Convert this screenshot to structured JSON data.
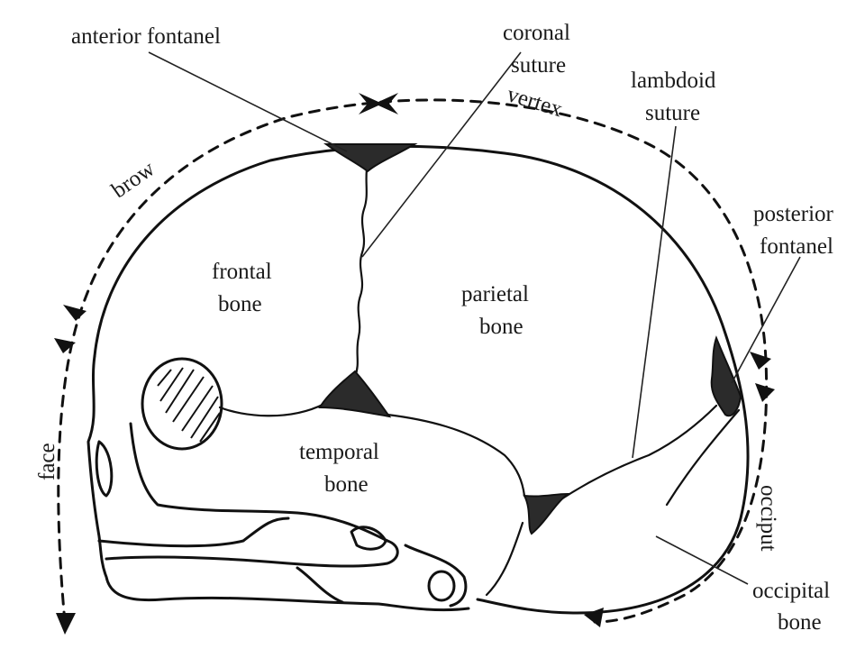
{
  "labels": {
    "anterior_fontanel": "anterior fontanel",
    "coronal_suture_1": "coronal",
    "coronal_suture_2": "suture",
    "lambdoid_suture_1": "lambdoid",
    "lambdoid_suture_2": "suture",
    "posterior_fontanel_1": "posterior",
    "posterior_fontanel_2": "fontanel",
    "frontal_bone_1": "frontal",
    "frontal_bone_2": "bone",
    "parietal_bone_1": "parietal",
    "parietal_bone_2": "bone",
    "temporal_bone_1": "temporal",
    "temporal_bone_2": "bone",
    "occipital_bone_1": "occipital",
    "occipital_bone_2": "bone"
  },
  "regions": {
    "vertex": "vertex",
    "brow": "brow",
    "face": "face",
    "occiput": "occiput"
  }
}
